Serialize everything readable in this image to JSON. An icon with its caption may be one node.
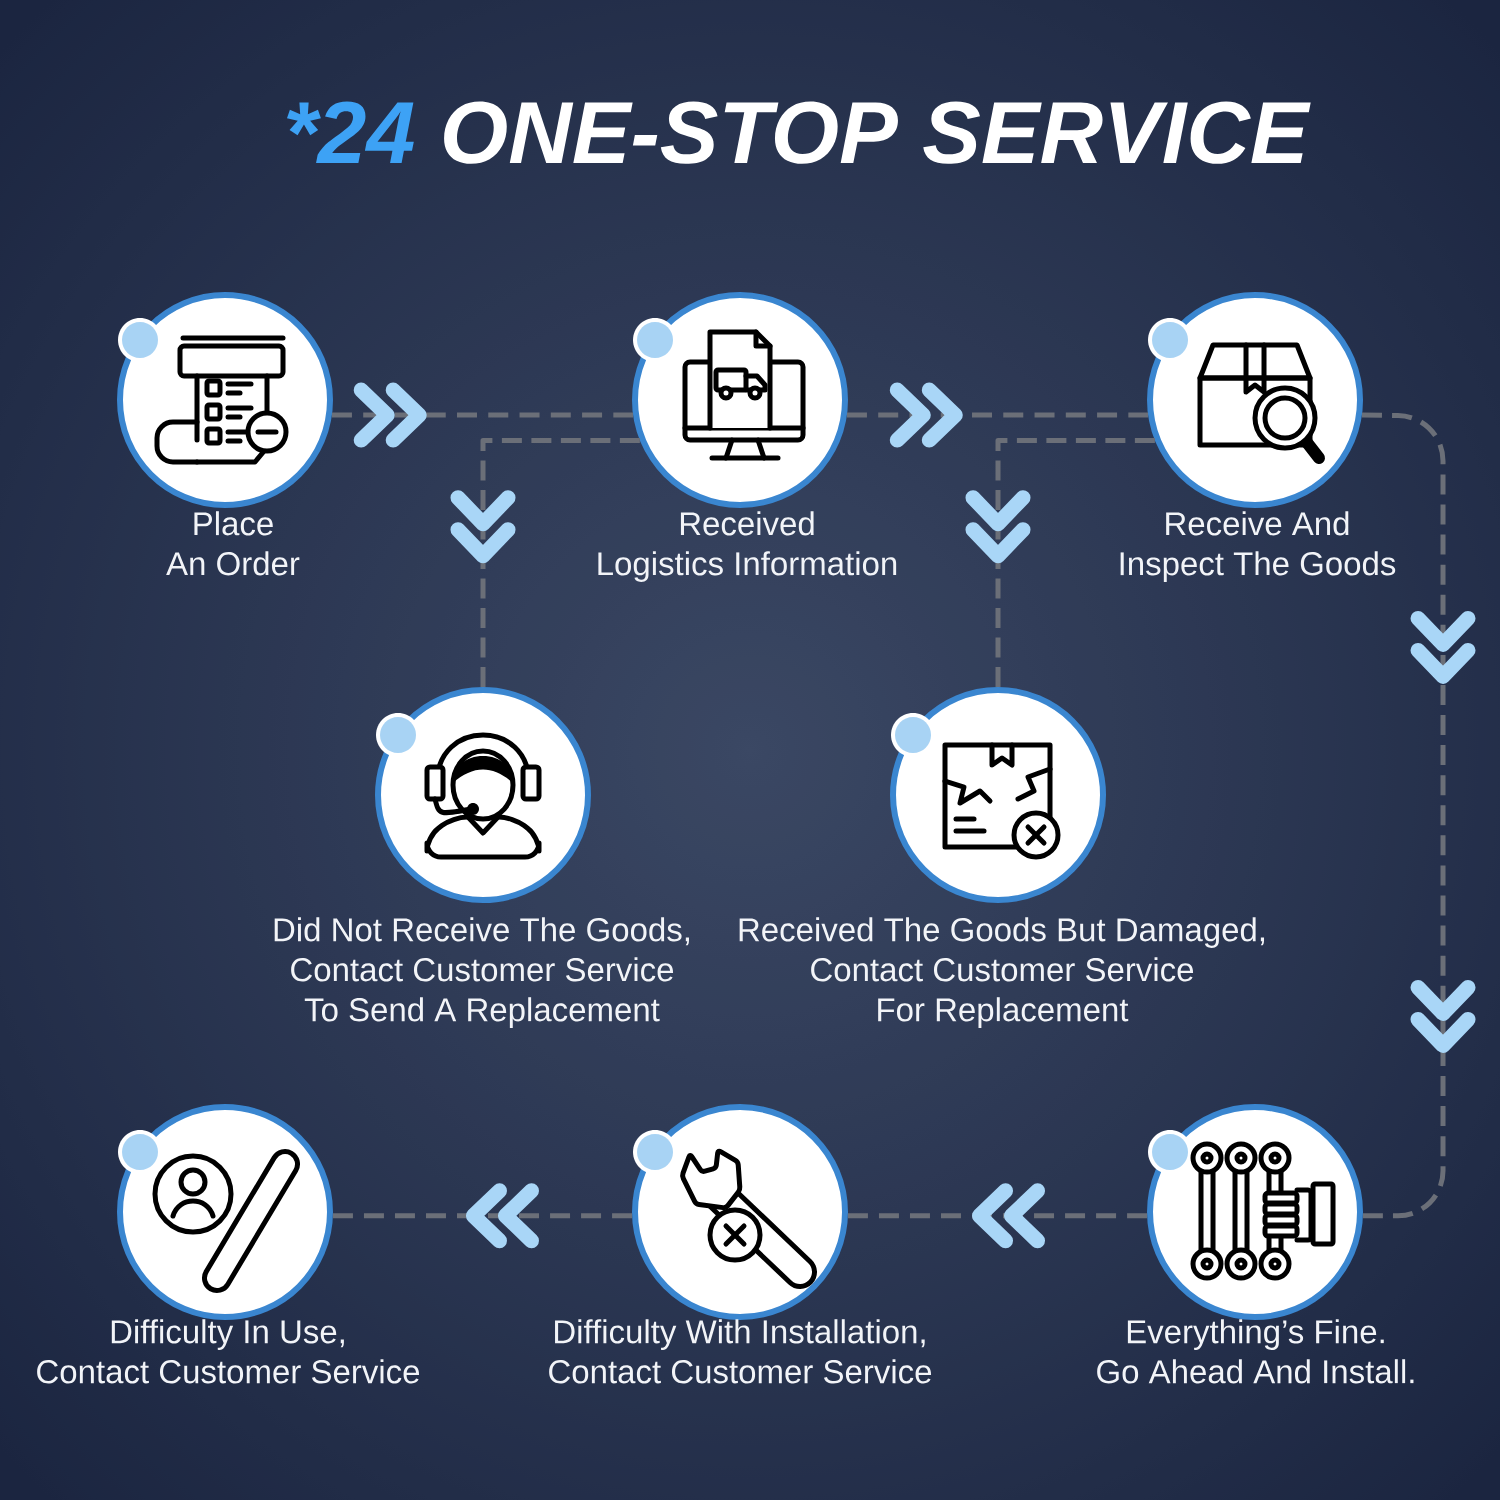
{
  "diagram": {
    "title": "*24 ONE-STOP SERVICE",
    "nodes": [
      {
        "text": [
          "Place An Order"
        ]
      },
      {
        "text": [
          "Received Logistics Information"
        ]
      },
      {
        "text": [
          "Receive And Inspect The Goods"
        ]
      },
      {
        "text": [
          "Did Not Receive The Goods, Contact Customer Service To Send A Replacement"
        ]
      },
      {
        "text": [
          "Received The Goods But Damaged, Contact Customer Service For Replacement"
        ]
      },
      {
        "text": [
          "Difficulty In Use, Contact Customer Service"
        ]
      },
      {
        "text": [
          "Difficulty With Installation, Contact Customer Service"
        ]
      },
      {
        "text": [
          "Everything’s Fine. Go Ahead And Install."
        ]
      }
    ],
    "edges": [
      {
        "from": 0,
        "to": 1,
        "arrow": "to",
        "style": "dashed"
      },
      {
        "from": 1,
        "to": 2,
        "arrow": "to",
        "style": "dashed"
      },
      {
        "from": 1,
        "to": 3,
        "arrow": "to",
        "style": "dashed"
      },
      {
        "from": 2,
        "to": 4,
        "arrow": "to",
        "style": "dashed"
      },
      {
        "from": 2,
        "to": 7,
        "arrow": "to",
        "style": "dashed"
      },
      {
        "from": 7,
        "to": 6,
        "arrow": "to",
        "style": "dashed"
      },
      {
        "from": 6,
        "to": 5,
        "arrow": "to",
        "style": "dashed"
      }
    ]
  }
}
